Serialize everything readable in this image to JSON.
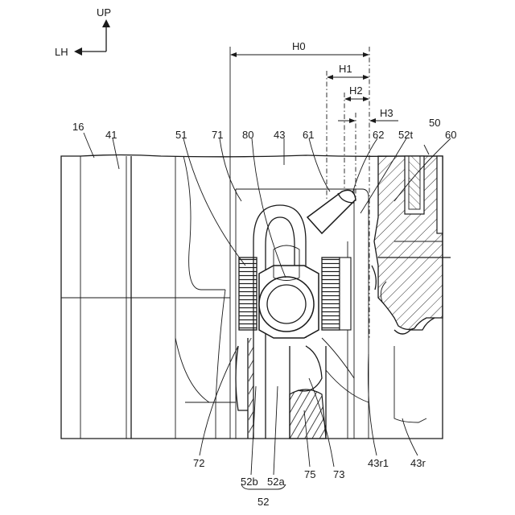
{
  "orientation": {
    "up": "UP",
    "left": "LH"
  },
  "dimensions": {
    "h0": "H0",
    "h1": "H1",
    "h2": "H2",
    "h3": "H3"
  },
  "labels": {
    "l16": "16",
    "l41": "41",
    "l51": "51",
    "l71": "71",
    "l80": "80",
    "l43": "43",
    "l61": "61",
    "l62": "62",
    "l52t": "52t",
    "l50": "50",
    "l60": "60",
    "l72": "72",
    "l52b": "52b",
    "l52a": "52a",
    "l52": "52",
    "l75": "75",
    "l73": "73",
    "l43r1": "43r1",
    "l43r": "43r"
  }
}
